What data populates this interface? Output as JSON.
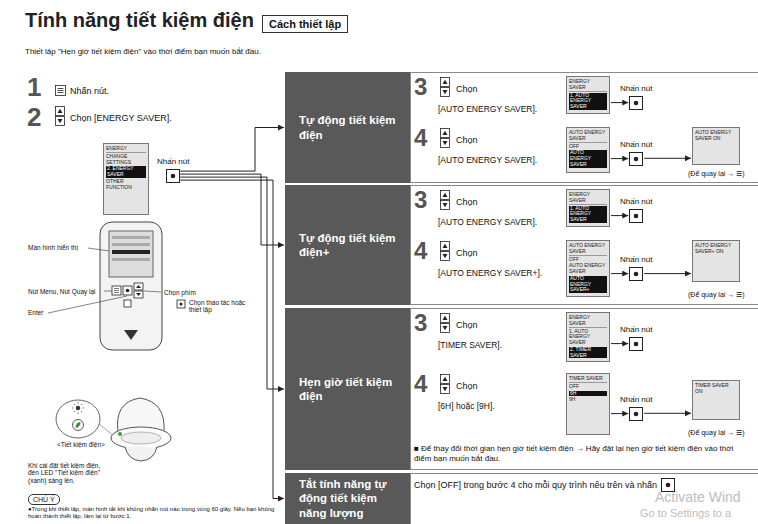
{
  "diagram": {
    "title": "Tính năng tiết kiệm điện",
    "nodes": [
      {
        "text": [
          "Cách thiết lập"
        ]
      },
      {
        "text": [
          "ENERGY",
          "CHANGE SETTINGS",
          "2. ENERGY SAVER",
          "OTHER FUNCTION"
        ]
      },
      {
        "text": [
          "Nhấn nút"
        ]
      },
      {
        "text": [
          "Tự động tiết kiệm điện"
        ]
      },
      {
        "text": [
          "ENERGY SAVER",
          "1. AUTO ENERGY SAVER"
        ]
      },
      {
        "text": [
          "Nhấn nút"
        ]
      },
      {
        "text": [
          "AUTO ENERGY SAVER",
          "OFF",
          "AUTO ENERGY SAVER"
        ]
      },
      {
        "text": [
          "Nhấn nút"
        ]
      },
      {
        "text": [
          "AUTO ENERGY SAVER ON"
        ]
      },
      {
        "text": [
          "Tự động tiết kiệm điện+"
        ]
      },
      {
        "text": [
          "ENERGY SAVER",
          "1. AUTO ENERGY SAVER"
        ]
      },
      {
        "text": [
          "Nhấn nút"
        ]
      },
      {
        "text": [
          "AUTO ENERGY SAVER",
          "OFF",
          "AUTO ENERGY SAVER",
          "AUTO ENERGY SAVER+"
        ]
      },
      {
        "text": [
          "Nhấn nút"
        ]
      },
      {
        "text": [
          "AUTO ENERGY SAVER+ ON"
        ]
      },
      {
        "text": [
          "Hẹn giờ tiết kiệm điện"
        ]
      },
      {
        "text": [
          "ENERGY SAVER",
          "1. AUTO ENERGY SAVER",
          "2. TIMER SAVER"
        ]
      },
      {
        "text": [
          "Nhấn nút"
        ]
      },
      {
        "text": [
          "TIMER SAVER",
          "OFF",
          "6H",
          "9H"
        ]
      },
      {
        "text": [
          "Nhấn nút"
        ]
      },
      {
        "text": [
          "TIMER SAVER ON"
        ]
      },
      {
        "text": [
          "Tắt tính năng tự động tiết kiệm năng lượng"
        ]
      },
      {
        "text": [
          "CHÚ Ý"
        ]
      }
    ],
    "edges": [
      {
        "from": 2,
        "to": 3,
        "arrow": "to"
      },
      {
        "from": 2,
        "to": 9,
        "arrow": "to"
      },
      {
        "from": 2,
        "to": 15,
        "arrow": "to"
      },
      {
        "from": 2,
        "to": 21,
        "arrow": "to"
      },
      {
        "from": 4,
        "to": 5,
        "arrow": "to"
      },
      {
        "from": 6,
        "to": 7,
        "arrow": "to"
      },
      {
        "from": 7,
        "to": 8,
        "arrow": "to"
      },
      {
        "from": 10,
        "to": 11,
        "arrow": "to"
      },
      {
        "from": 12,
        "to": 13,
        "arrow": "to"
      },
      {
        "from": 13,
        "to": 14,
        "arrow": "to"
      },
      {
        "from": 16,
        "to": 17,
        "arrow": "to"
      },
      {
        "from": 18,
        "to": 19,
        "arrow": "to"
      },
      {
        "from": 19,
        "to": 20,
        "arrow": "to"
      }
    ],
    "labels": [
      "Thiết lập \"Hẹn giờ tiết kiệm điện\" vào thời điểm bạn muốn bắt đầu.",
      "1",
      "Nhấn nút.",
      "2",
      "Chọn [ENERGY SAVER].",
      "Màn hình hiển thị",
      "Nút Menu, Nút Quay lại",
      "Enter",
      "Chọn phím",
      "Chọn thao tác hoặc thiết lập",
      "<Tiết kiệm điện>",
      "Khi cài đặt tiết kiệm điện, đèn LED \"Tiết kiệm điện\" (xanh) sáng lên.",
      "●Trong khi thiết lập, màn hình tắt khi không nhấn nút nào trong vòng 60 giây. Nếu bạn không hoàn thành thiết lập, làm lại từ bước 1.",
      "3",
      "Chọn",
      "[AUTO ENERGY SAVER].",
      "4",
      "Chọn",
      "[AUTO ENERGY SAVER].",
      "(Để quay lại → ☰)",
      "3",
      "Chọn",
      "[AUTO ENERGY SAVER].",
      "4",
      "Chọn",
      "[AUTO ENERGY SAVER+].",
      "(Để quay lại → ☰)",
      "3",
      "Chọn",
      "[TIMER SAVER].",
      "4",
      "Chọn",
      "[6H] hoặc [9H].",
      "(Để quay lại → ☰)",
      "■ Để thay đổi thời gian hẹn giờ tiết kiệm điện → Hãy đặt lại hẹn giờ tiết kiệm điện vào thời điểm bạn muốn bắt đầu.",
      "Chọn [OFF] trong bước 4 cho mỗi quy trình nêu trên và nhấn",
      "Activate Wind",
      "Go to Settings to a"
    ]
  }
}
